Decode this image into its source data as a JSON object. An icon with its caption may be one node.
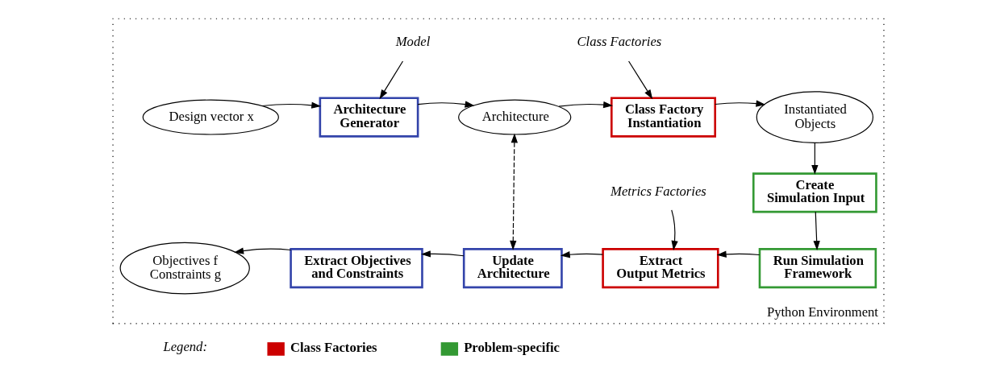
{
  "diagram": {
    "nodes": [
      {
        "text": [
          "Python Environment"
        ]
      },
      {
        "text": [
          "Design vector x"
        ],
        "in": 0
      },
      {
        "text": [
          "Model"
        ],
        "in": 0
      },
      {
        "text": [
          "Architecture Generator"
        ],
        "in": 0
      },
      {
        "text": [
          "Architecture"
        ],
        "in": 0
      },
      {
        "text": [
          "Class Factories"
        ],
        "in": 0
      },
      {
        "text": [
          "Class Factory Instantiation"
        ],
        "in": 0
      },
      {
        "text": [
          "Instantiated Objects"
        ],
        "in": 0
      },
      {
        "text": [
          "Create Simulation Input"
        ],
        "in": 0
      },
      {
        "text": [
          "Run Simulation Framework"
        ],
        "in": 0
      },
      {
        "text": [
          "Metrics Factories"
        ],
        "in": 0
      },
      {
        "text": [
          "Extract Output Metrics"
        ],
        "in": 0
      },
      {
        "text": [
          "Update Architecture"
        ],
        "in": 0
      },
      {
        "text": [
          "Extract Objectives and Constraints"
        ],
        "in": 0
      },
      {
        "text": [
          "Objectives f Constraints g"
        ],
        "in": 0
      }
    ],
    "edges": [
      {
        "from": 1,
        "to": 3,
        "arrow": "to"
      },
      {
        "from": 2,
        "to": 3,
        "arrow": "to"
      },
      {
        "from": 3,
        "to": 4,
        "arrow": "to"
      },
      {
        "from": 4,
        "to": 6,
        "arrow": "to"
      },
      {
        "from": 5,
        "to": 6,
        "arrow": "to"
      },
      {
        "from": 6,
        "to": 7,
        "arrow": "to"
      },
      {
        "from": 7,
        "to": 8,
        "arrow": "to"
      },
      {
        "from": 8,
        "to": 9,
        "arrow": "to"
      },
      {
        "from": 9,
        "to": 11,
        "arrow": "to"
      },
      {
        "from": 10,
        "to": 11,
        "arrow": "to"
      },
      {
        "from": 11,
        "to": 12,
        "arrow": "to"
      },
      {
        "from": 12,
        "to": 13,
        "arrow": "to"
      },
      {
        "from": 13,
        "to": 14,
        "arrow": "to"
      },
      {
        "from": 4,
        "to": 12,
        "arrow": "both",
        "style": "dashed"
      }
    ],
    "labels": [
      "Legend:"
    ],
    "legend": [
      {
        "text": "Class Factories",
        "color": "#cc0000"
      },
      {
        "text": "Problem-specific",
        "color": "#339933"
      }
    ]
  }
}
